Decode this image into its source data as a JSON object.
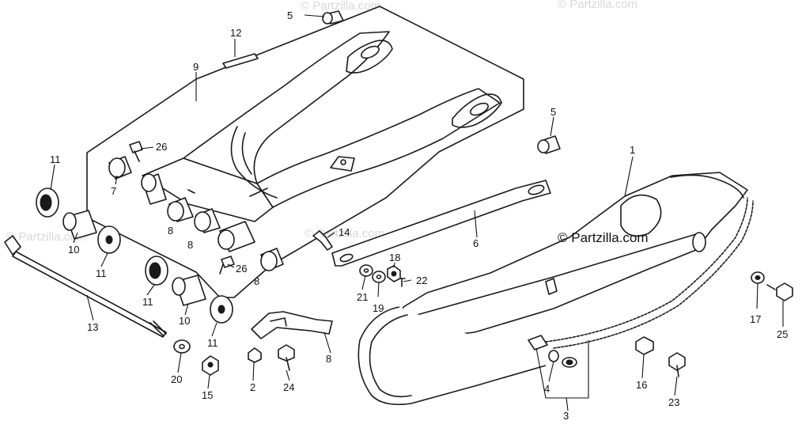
{
  "copyright": "© Partzilla.com",
  "watermark": "© Partzilla.com",
  "parts": [
    {
      "id": "p1",
      "num": "1"
    },
    {
      "id": "p2",
      "num": "2"
    },
    {
      "id": "p3",
      "num": "3"
    },
    {
      "id": "p4",
      "num": "4"
    },
    {
      "id": "p5a",
      "num": "5"
    },
    {
      "id": "p5b",
      "num": "5"
    },
    {
      "id": "p6",
      "num": "6"
    },
    {
      "id": "p7",
      "num": "7"
    },
    {
      "id": "p8a",
      "num": "8"
    },
    {
      "id": "p8b",
      "num": "8"
    },
    {
      "id": "p8c",
      "num": "8"
    },
    {
      "id": "p8d",
      "num": "8"
    },
    {
      "id": "p9",
      "num": "9"
    },
    {
      "id": "p10a",
      "num": "10"
    },
    {
      "id": "p10b",
      "num": "10"
    },
    {
      "id": "p11a",
      "num": "11"
    },
    {
      "id": "p11b",
      "num": "11"
    },
    {
      "id": "p11c",
      "num": "11"
    },
    {
      "id": "p11d",
      "num": "11"
    },
    {
      "id": "p12",
      "num": "12"
    },
    {
      "id": "p13",
      "num": "13"
    },
    {
      "id": "p14",
      "num": "14"
    },
    {
      "id": "p15",
      "num": "15"
    },
    {
      "id": "p16",
      "num": "16"
    },
    {
      "id": "p17",
      "num": "17"
    },
    {
      "id": "p18",
      "num": "18"
    },
    {
      "id": "p19",
      "num": "19"
    },
    {
      "id": "p20",
      "num": "20"
    },
    {
      "id": "p21",
      "num": "21"
    },
    {
      "id": "p22",
      "num": "22"
    },
    {
      "id": "p23",
      "num": "23"
    },
    {
      "id": "p24",
      "num": "24"
    },
    {
      "id": "p25",
      "num": "25"
    },
    {
      "id": "p26a",
      "num": "26"
    },
    {
      "id": "p26b",
      "num": "26"
    }
  ]
}
